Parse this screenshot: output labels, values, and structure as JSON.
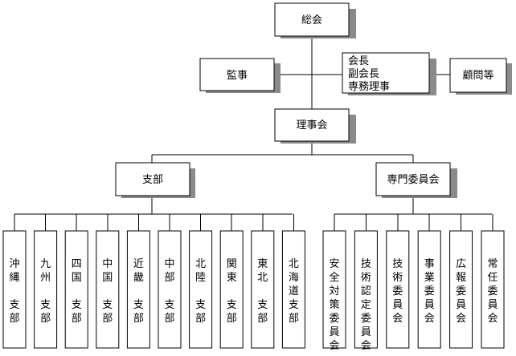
{
  "nodes": {
    "general_assembly": "総会",
    "auditor": "監事",
    "officers": [
      "会長",
      "副会長",
      "専務理事"
    ],
    "advisor": "顧問等",
    "board": "理事会",
    "branches": "支部",
    "committees": "専門委員会"
  },
  "branch_list": [
    [
      "沖",
      "縄",
      "",
      "支",
      "部"
    ],
    [
      "九",
      "州",
      "",
      "支",
      "部"
    ],
    [
      "四",
      "国",
      "",
      "支",
      "部"
    ],
    [
      "中",
      "国",
      "",
      "支",
      "部"
    ],
    [
      "近",
      "畿",
      "",
      "支",
      "部"
    ],
    [
      "中",
      "部",
      "",
      "支",
      "部"
    ],
    [
      "北",
      "陸",
      "",
      "支",
      "部"
    ],
    [
      "関",
      "東",
      "",
      "支",
      "部"
    ],
    [
      "東",
      "北",
      "",
      "支",
      "部"
    ],
    [
      "北",
      "海",
      "道",
      "支",
      "部"
    ]
  ],
  "committee_list": [
    [
      "安",
      "全",
      "対",
      "策",
      "委",
      "員",
      "会"
    ],
    [
      "技",
      "術",
      "認",
      "定",
      "委",
      "員",
      "会"
    ],
    [
      "技",
      "術",
      "委",
      "員",
      "会"
    ],
    [
      "事",
      "業",
      "委",
      "員",
      "会"
    ],
    [
      "広",
      "報",
      "委",
      "員",
      "会"
    ],
    [
      "常",
      "任",
      "委",
      "員",
      "会"
    ]
  ]
}
